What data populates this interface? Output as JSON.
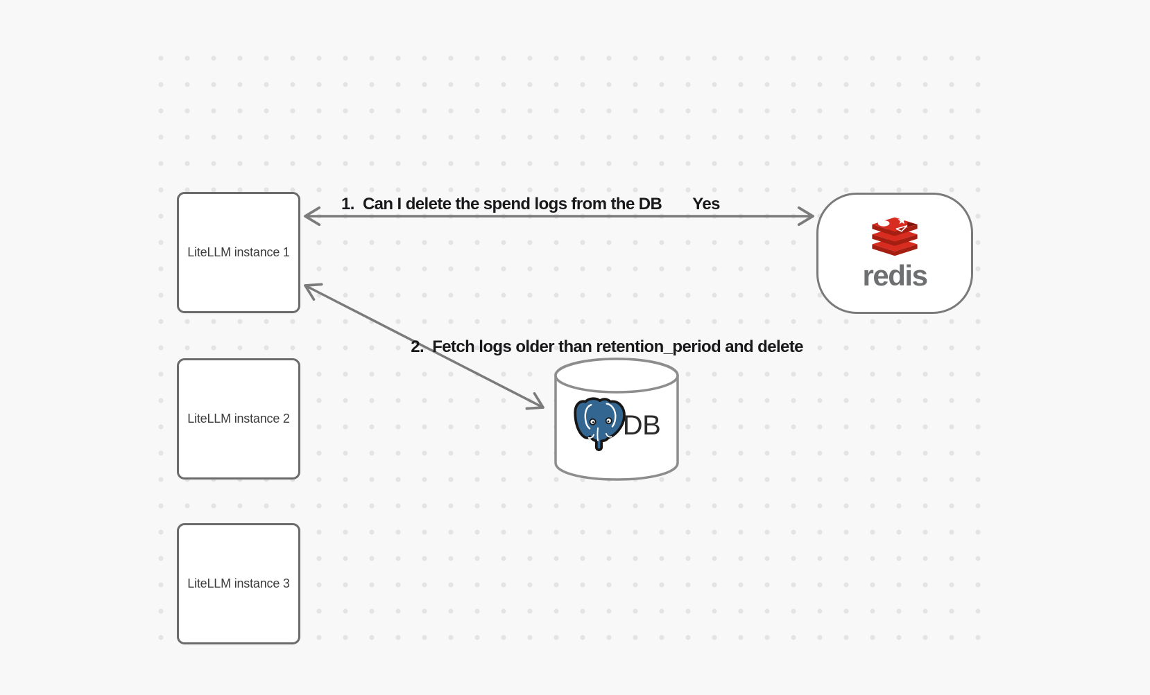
{
  "canvas": {
    "background_color": "#f8f8f8",
    "dot_color": "#e4e4e4"
  },
  "nodes": {
    "instances": [
      {
        "label": "LiteLLM instance 1"
      },
      {
        "label": "LiteLLM instance 2"
      },
      {
        "label": "LiteLLM instance 3"
      }
    ],
    "redis": {
      "label": "redis",
      "logo": "redis-stack-icon"
    },
    "db": {
      "label": "DB",
      "logo": "postgresql-elephant-icon"
    }
  },
  "edges": [
    {
      "from": "LiteLLM instance 1",
      "to": "redis",
      "bidirectional": true,
      "label": "1.  Can I delete the spend logs from the DB",
      "response": "Yes"
    },
    {
      "from": "LiteLLM instance 1",
      "to": "DB",
      "bidirectional": true,
      "label": "2.  Fetch logs older than retention_period and delete"
    }
  ],
  "colors": {
    "arrow": "#7b7b7b",
    "box_border": "#6b6b6b",
    "cylinder_border": "#8d8d8d",
    "label_text": "#19191b",
    "redis_red": "#d82c20",
    "redis_red_dark": "#a41e11",
    "redis_wordmark": "#6d6f71",
    "postgres_blue": "#336791"
  }
}
